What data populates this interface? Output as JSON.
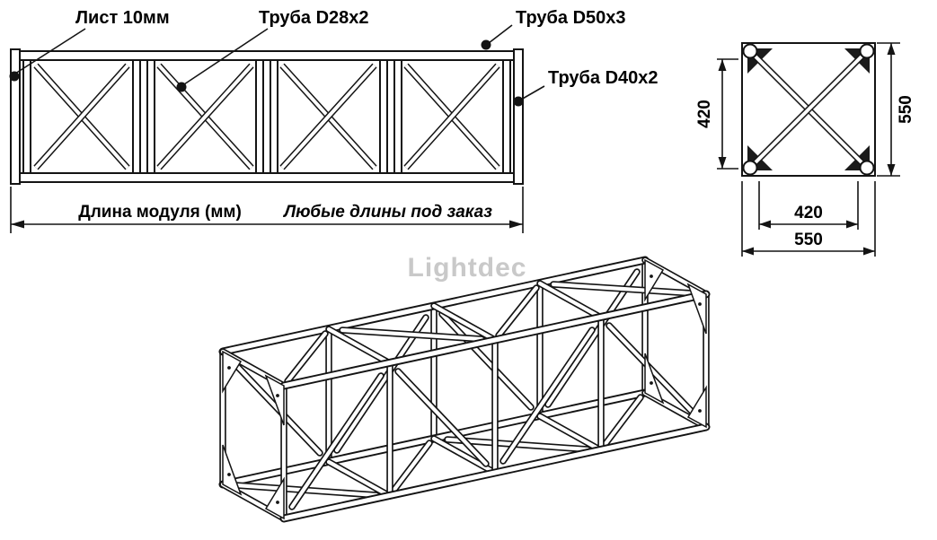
{
  "drawing": {
    "watermark": "Lightdec"
  },
  "side_view": {
    "callouts": {
      "sheet": "Лист 10мм",
      "tube_d28": "Труба D28x2",
      "tube_d50": "Труба D50x3",
      "tube_d40": "Труба D40x2"
    },
    "length_dim": {
      "label": "Длина модуля (мм)",
      "note": "Любые длины под заказ"
    }
  },
  "cross_section": {
    "dims": {
      "inner_height": "420",
      "outer_height": "550",
      "inner_width": "420",
      "outer_width": "550"
    }
  }
}
